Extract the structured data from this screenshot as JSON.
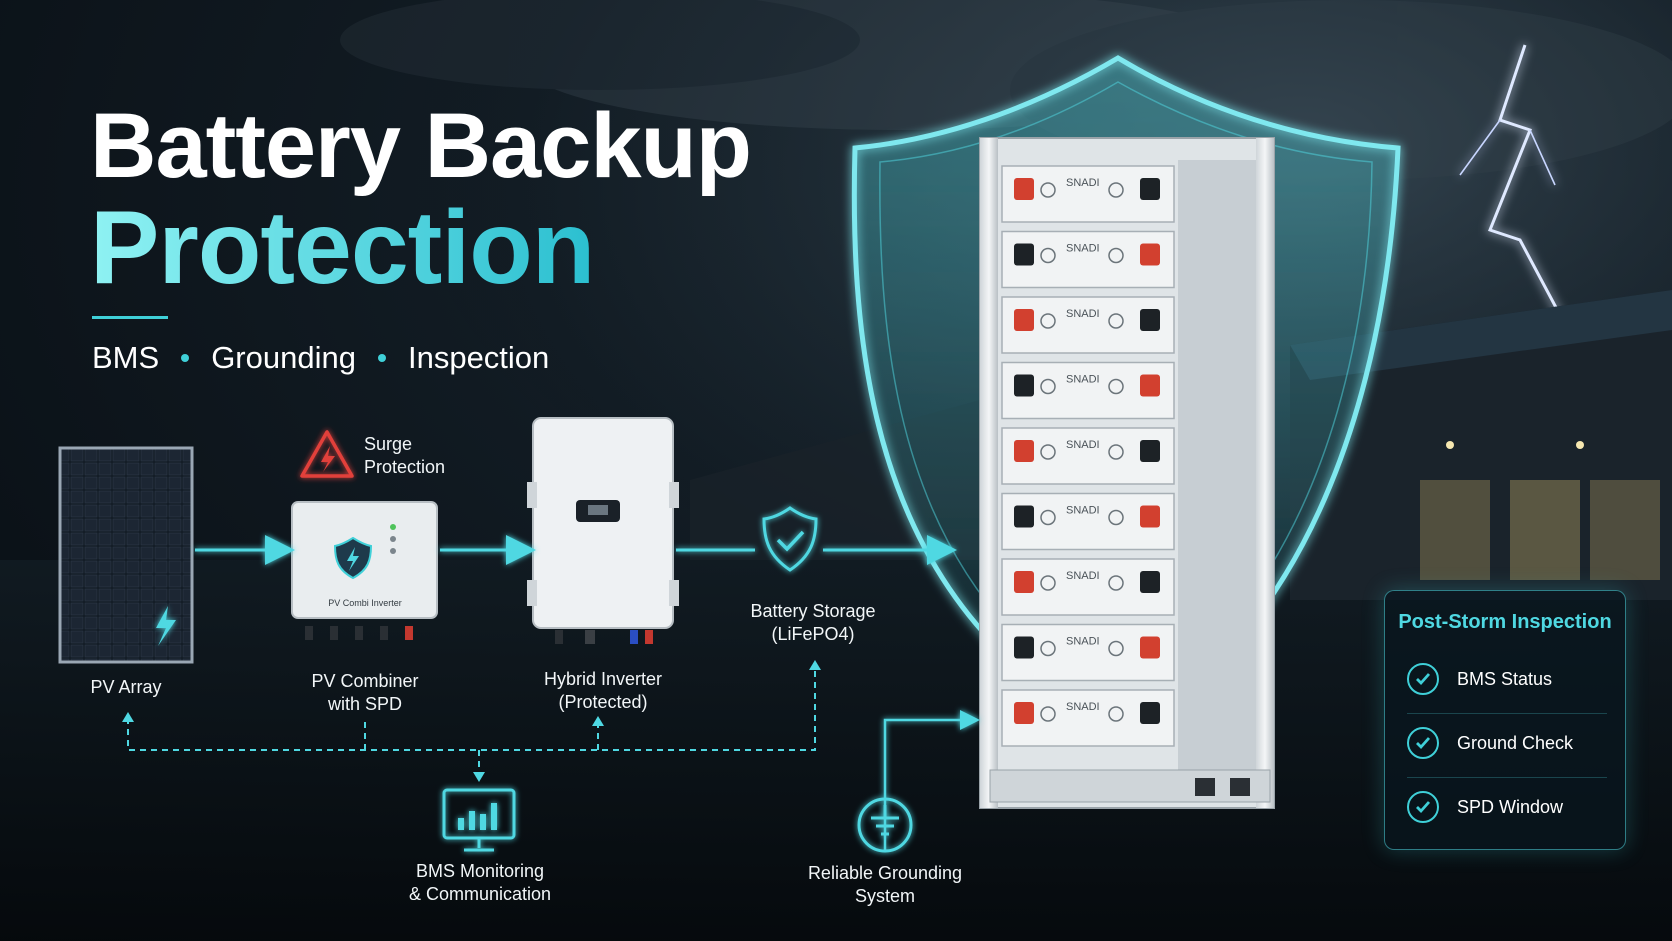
{
  "title": {
    "line1": "Battery Backup",
    "line2": "Protection"
  },
  "tagline": [
    "BMS",
    "Grounding",
    "Inspection"
  ],
  "components": {
    "pv_array": "PV Array",
    "surge": {
      "line1": "Surge",
      "line2": "Protection"
    },
    "combiner": {
      "line1": "PV Combiner",
      "line2": "with SPD",
      "device_text": "PV Combi Inverter"
    },
    "inverter": {
      "line1": "Hybrid Inverter",
      "line2": "(Protected)"
    },
    "battery_storage": {
      "line1": "Battery Storage",
      "line2": "(LiFePO4)"
    },
    "bms_monitoring": {
      "line1": "BMS Monitoring",
      "line2": "& Communication"
    },
    "grounding": {
      "line1": "Reliable Grounding",
      "line2": "System"
    },
    "battery_brand": "SNADI"
  },
  "inspection": {
    "title": "Post-Storm Inspection",
    "items": [
      "BMS Status",
      "Ground Check",
      "SPD Window"
    ]
  },
  "colors": {
    "accent": "#3fd0d8",
    "warning": "#e2403a",
    "background": "#0a1218"
  },
  "icons": [
    "lightning-bolt-icon",
    "warning-triangle-icon",
    "shield-check-icon",
    "chart-monitor-icon",
    "ground-icon",
    "check-circle-icon"
  ]
}
